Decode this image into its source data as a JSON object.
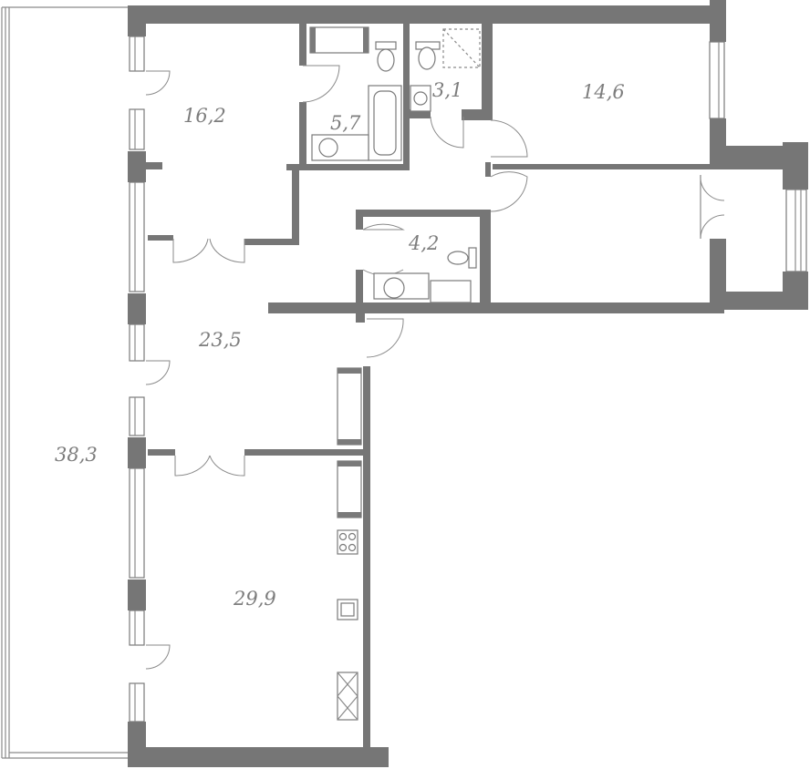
{
  "plan": {
    "colors": {
      "wall": "#767676",
      "line": "#8a8a8a",
      "label": "#7d7d7d",
      "background": "#ffffff"
    },
    "rooms": [
      {
        "id": "bedroom-1",
        "area": "16,2"
      },
      {
        "id": "bathroom-1",
        "area": "5,7"
      },
      {
        "id": "wc-1",
        "area": "3,1"
      },
      {
        "id": "bedroom-2",
        "area": "14,6"
      },
      {
        "id": "bathroom-2",
        "area": "4,2"
      },
      {
        "id": "hall",
        "area": "23,5"
      },
      {
        "id": "terrace",
        "area": "38,3"
      },
      {
        "id": "kitchen-living",
        "area": "29,9"
      }
    ]
  }
}
